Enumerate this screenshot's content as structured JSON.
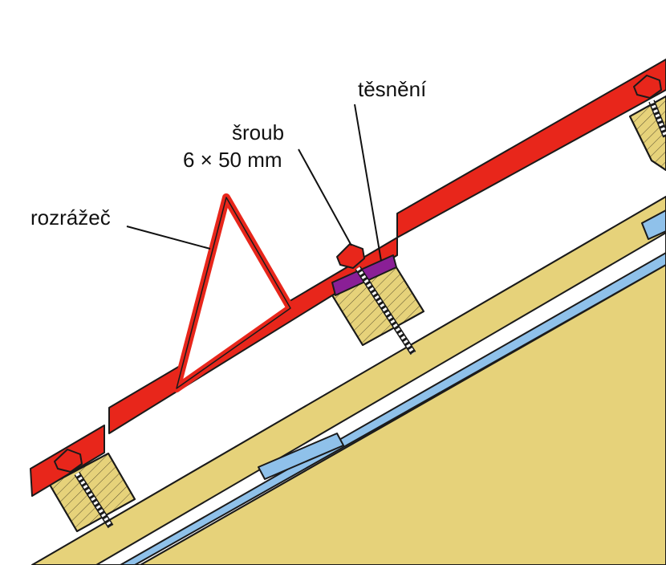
{
  "labels": {
    "seal": "těsnění",
    "screw": "šroub",
    "screw_size": "6 × 50 mm",
    "snow_breaker": "rozrážeč"
  },
  "colors": {
    "roofing_sheet": "#e8261b",
    "timber": "#e6d27a",
    "membrane": "#8fc1ea",
    "seal": "#8a1f96",
    "outline": "#1a1a1a",
    "background": "#ffffff"
  }
}
